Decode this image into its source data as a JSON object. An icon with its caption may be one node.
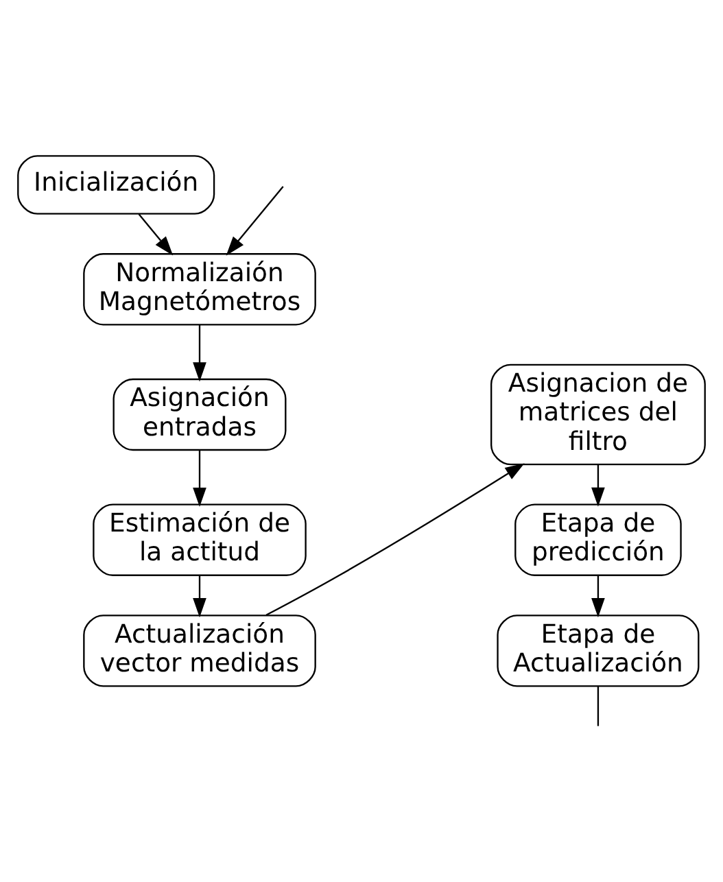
{
  "diagram": {
    "nodes": [
      {
        "text": [
          "Inicialización"
        ]
      },
      {
        "text": [
          "Normalizaión Magnetómetros"
        ]
      },
      {
        "text": [
          "Asignación entradas"
        ]
      },
      {
        "text": [
          "Estimación de la actitud"
        ]
      },
      {
        "text": [
          "Actualización vector medidas"
        ]
      },
      {
        "text": [
          "Asignacion de matrices del filtro"
        ]
      },
      {
        "text": [
          "Etapa de predicción"
        ]
      },
      {
        "text": [
          "Etapa de Actualización"
        ]
      }
    ],
    "edges": [
      {
        "from": 0,
        "to": 1,
        "arrow": "to"
      },
      {
        "from": null,
        "to": 1,
        "arrow": "to"
      },
      {
        "from": 1,
        "to": 2,
        "arrow": "to"
      },
      {
        "from": 2,
        "to": 3,
        "arrow": "to"
      },
      {
        "from": 3,
        "to": 4,
        "arrow": "to"
      },
      {
        "from": 4,
        "to": 5,
        "arrow": "to"
      },
      {
        "from": 5,
        "to": 6,
        "arrow": "to"
      },
      {
        "from": 6,
        "to": 7,
        "arrow": "to"
      },
      {
        "from": 7,
        "to": null,
        "arrow": "none"
      }
    ]
  }
}
